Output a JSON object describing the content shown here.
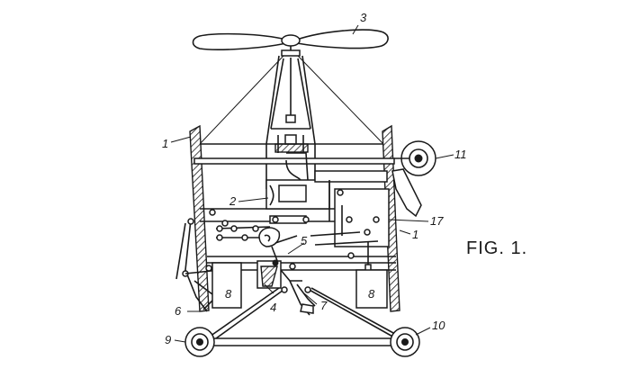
{
  "figure": {
    "caption": "FIG. 1.",
    "ink_color": "#1a1a1a",
    "paper_color": "#ffffff"
  },
  "reference_labels": [
    {
      "id": "1a",
      "text": "1"
    },
    {
      "id": "1b",
      "text": "1"
    },
    {
      "id": "2",
      "text": "2"
    },
    {
      "id": "3",
      "text": "3"
    },
    {
      "id": "4",
      "text": "4"
    },
    {
      "id": "5",
      "text": "5"
    },
    {
      "id": "6",
      "text": "6"
    },
    {
      "id": "7",
      "text": "7"
    },
    {
      "id": "8a",
      "text": "8"
    },
    {
      "id": "8b",
      "text": "8"
    },
    {
      "id": "9",
      "text": "9"
    },
    {
      "id": "10",
      "text": "10"
    },
    {
      "id": "11",
      "text": "11"
    },
    {
      "id": "17",
      "text": "17"
    }
  ]
}
